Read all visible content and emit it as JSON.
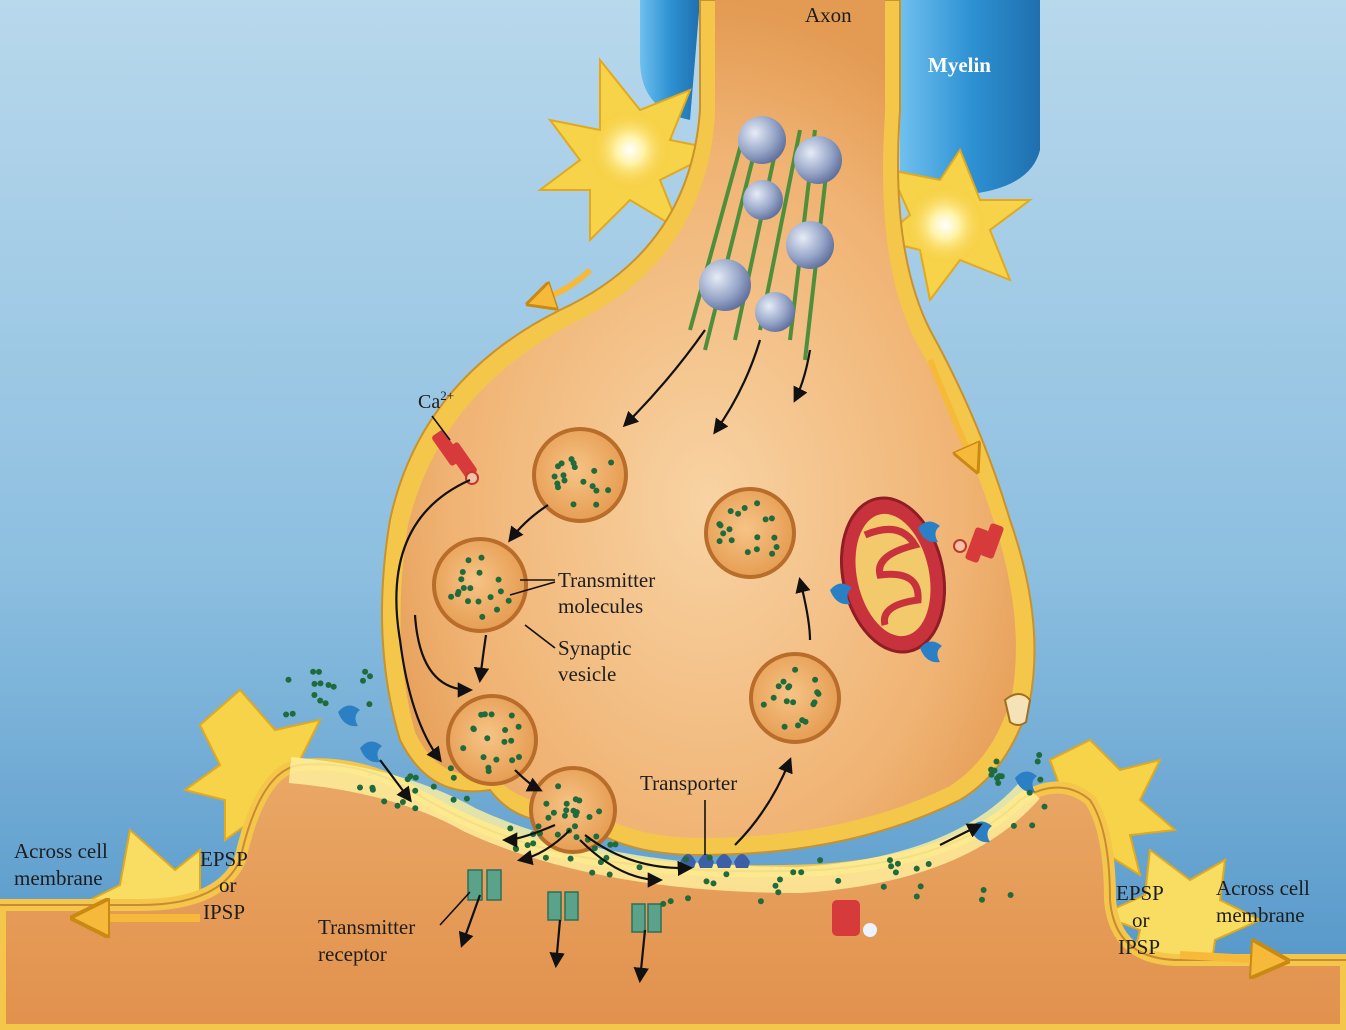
{
  "labels": {
    "axon": "Axon",
    "myelin": "Myelin",
    "calcium": "Ca",
    "calcium_charge": "2+",
    "transmitter_molecules_1": "Transmitter",
    "transmitter_molecules_2": "molecules",
    "synaptic_vesicle_1": "Synaptic",
    "synaptic_vesicle_2": "vesicle",
    "transporter": "Transporter",
    "transmitter_receptor_1": "Transmitter",
    "transmitter_receptor_2": "receptor",
    "left_across_1": "Across cell",
    "left_across_2": "membrane",
    "left_epsp": "EPSP",
    "left_or": "or",
    "left_ipsp": "IPSP",
    "right_across_1": "Across cell",
    "right_across_2": "membrane",
    "right_epsp": "EPSP",
    "right_or": "or",
    "right_ipsp": "IPSP"
  },
  "colors": {
    "background_top": "#a9cde6",
    "background_bottom": "#5fa0cf",
    "membrane_yellow": "#f2c53d",
    "cytoplasm": "#f0b070",
    "postsynaptic": "#e9a461",
    "myelin": "#3f9fd8",
    "vesicle_dot": "#1f6b3c",
    "mitochondrion": "#c8323c",
    "channel_red": "#d63a3a",
    "receptor_green": "#5aa38a",
    "transporter_blue": "#3d5fa6",
    "enzyme_blue": "#2b7fc4"
  }
}
